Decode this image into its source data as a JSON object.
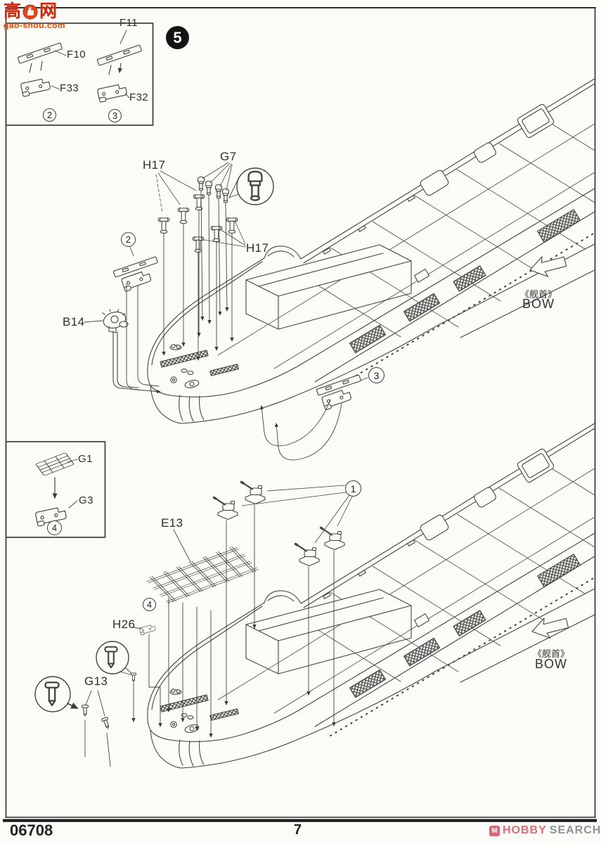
{
  "watermark": {
    "char_left": "高",
    "char_right": "网",
    "domain": "gao-shou.com",
    "thumb_icon": "thumb-up-icon"
  },
  "step": {
    "number": "5"
  },
  "inset_top": {
    "f11": "F11",
    "f10": "F10",
    "f33": "F33",
    "f32": "F32",
    "assembly_2": "2",
    "assembly_3": "3"
  },
  "upper": {
    "h17_a": "H17",
    "g7": "G7",
    "h17_b": "H17",
    "b14": "B14",
    "assembly_2": "2",
    "assembly_3": "3",
    "bow_cn": "《舰首》",
    "bow_en": "BOW",
    "bow_arrow_icon": "bow-direction-arrow"
  },
  "inset_mid": {
    "g1": "G1",
    "g3": "G3",
    "assembly_4": "4"
  },
  "lower": {
    "e13": "E13",
    "h26": "H26",
    "g13": "G13",
    "callout_1": "1",
    "assembly_4": "4",
    "bow_cn": "《舰首》",
    "bow_en": "BOW",
    "bow_arrow_icon": "bow-direction-arrow"
  },
  "footer": {
    "kit_number": "06708",
    "page_number": "7",
    "brand_icon_letter": "M",
    "brand_hobby": "HOBBY",
    "brand_search": "SEARCH"
  }
}
